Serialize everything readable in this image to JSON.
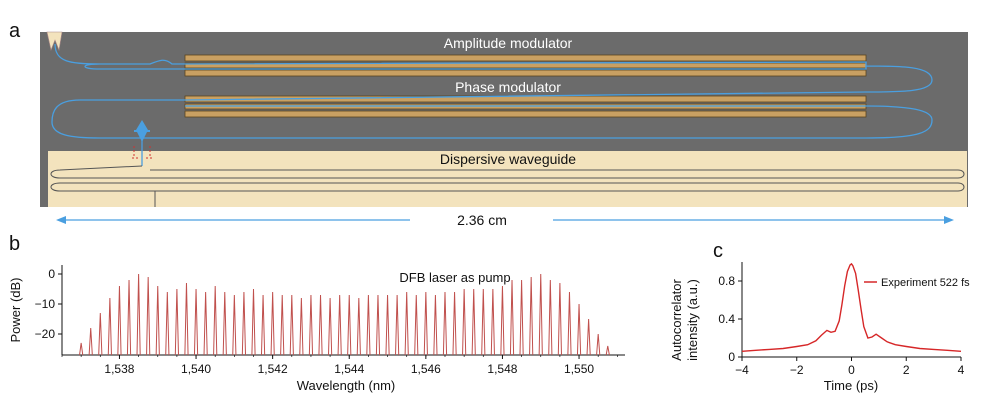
{
  "panel_a": {
    "letter": "a",
    "amplitude_label": "Amplitude modulator",
    "phase_label": "Phase modulator",
    "dispersive_label": "Dispersive waveguide",
    "length_label": "2.36 cm",
    "colors": {
      "chip": "#6b6b6b",
      "electrode": "#c9a062",
      "waveguide": "#4a9fe0",
      "dispersive_bg": "#f3e3bd"
    }
  },
  "panel_b": {
    "letter": "b",
    "annotation": "DFB laser as pump"
  },
  "panel_c": {
    "letter": "c"
  },
  "chart_data": [
    {
      "type": "line",
      "id": "comb-spectrum",
      "xlabel": "Wavelength (nm)",
      "ylabel": "Power (dB)",
      "xlim": [
        1536.5,
        1551.2
      ],
      "ylim": [
        -27,
        3
      ],
      "x_ticks": [
        1538,
        1540,
        1542,
        1544,
        1546,
        1548,
        1550
      ],
      "x_tick_labels": [
        "1,538",
        "1,540",
        "1,542",
        "1,544",
        "1,546",
        "1,548",
        "1,550"
      ],
      "y_ticks": [
        0,
        -10,
        -20
      ],
      "y_tick_labels": [
        "0",
        "−10",
        "−20"
      ],
      "line_color": "#c0504d",
      "series": [
        {
          "wavelengths": [
            1537.0,
            1537.25,
            1537.5,
            1537.75,
            1538.0,
            1538.25,
            1538.5,
            1538.75,
            1539.0,
            1539.25,
            1539.5,
            1539.75,
            1540.0,
            1540.25,
            1540.5,
            1540.75,
            1541.0,
            1541.25,
            1541.5,
            1541.75,
            1542.0,
            1542.25,
            1542.5,
            1542.75,
            1543.0,
            1543.25,
            1543.5,
            1543.75,
            1544.0,
            1544.25,
            1544.5,
            1544.75,
            1545.0,
            1545.25,
            1545.5,
            1545.75,
            1546.0,
            1546.25,
            1546.5,
            1546.75,
            1547.0,
            1547.25,
            1547.5,
            1547.75,
            1548.0,
            1548.25,
            1548.5,
            1548.75,
            1549.0,
            1549.25,
            1549.5,
            1549.75,
            1550.0,
            1550.25,
            1550.5,
            1550.75
          ],
          "peaks_db": [
            -23,
            -18,
            -13,
            -8,
            -4,
            -2,
            0,
            -1,
            -4,
            -6,
            -5,
            -3,
            -5,
            -6,
            -4,
            -6,
            -7,
            -6,
            -5,
            -7,
            -6,
            -7,
            -7,
            -8,
            -7,
            -7,
            -8,
            -7,
            -7,
            -8,
            -7,
            -7,
            -7,
            -7,
            -6,
            -7,
            -6,
            -7,
            -6,
            -6,
            -5,
            -5,
            -5,
            -5,
            -4,
            -2,
            -2,
            -1,
            0,
            -2,
            -3,
            -6,
            -10,
            -15,
            -20,
            -24
          ]
        }
      ]
    },
    {
      "type": "line",
      "id": "autocorrelation",
      "xlabel": "Time (ps)",
      "ylabel_lines": [
        "Autocorrelator",
        "intensity (a.u.)"
      ],
      "xlim": [
        -4,
        4
      ],
      "ylim": [
        0,
        1
      ],
      "x_ticks": [
        -4,
        -2,
        0,
        2,
        4
      ],
      "x_tick_labels": [
        "−4",
        "−2",
        "0",
        "2",
        "4"
      ],
      "y_ticks": [
        0,
        0.4,
        0.8
      ],
      "y_tick_labels": [
        "0",
        "0.4",
        "0.8"
      ],
      "line_color": "#d62728",
      "series": [
        {
          "name": "Experiment 522 fs",
          "x": [
            -4.0,
            -3.5,
            -3.0,
            -2.5,
            -2.0,
            -1.6,
            -1.3,
            -1.1,
            -0.9,
            -0.75,
            -0.6,
            -0.45,
            -0.35,
            -0.25,
            -0.15,
            -0.05,
            0.0,
            0.05,
            0.15,
            0.25,
            0.35,
            0.45,
            0.6,
            0.75,
            0.9,
            1.1,
            1.3,
            1.6,
            2.0,
            2.5,
            3.0,
            3.5,
            4.0
          ],
          "y": [
            0.06,
            0.07,
            0.08,
            0.09,
            0.11,
            0.13,
            0.17,
            0.23,
            0.28,
            0.26,
            0.27,
            0.38,
            0.55,
            0.75,
            0.9,
            0.97,
            0.98,
            0.96,
            0.88,
            0.7,
            0.5,
            0.32,
            0.2,
            0.21,
            0.24,
            0.2,
            0.16,
            0.13,
            0.11,
            0.09,
            0.08,
            0.07,
            0.06
          ]
        }
      ]
    }
  ]
}
